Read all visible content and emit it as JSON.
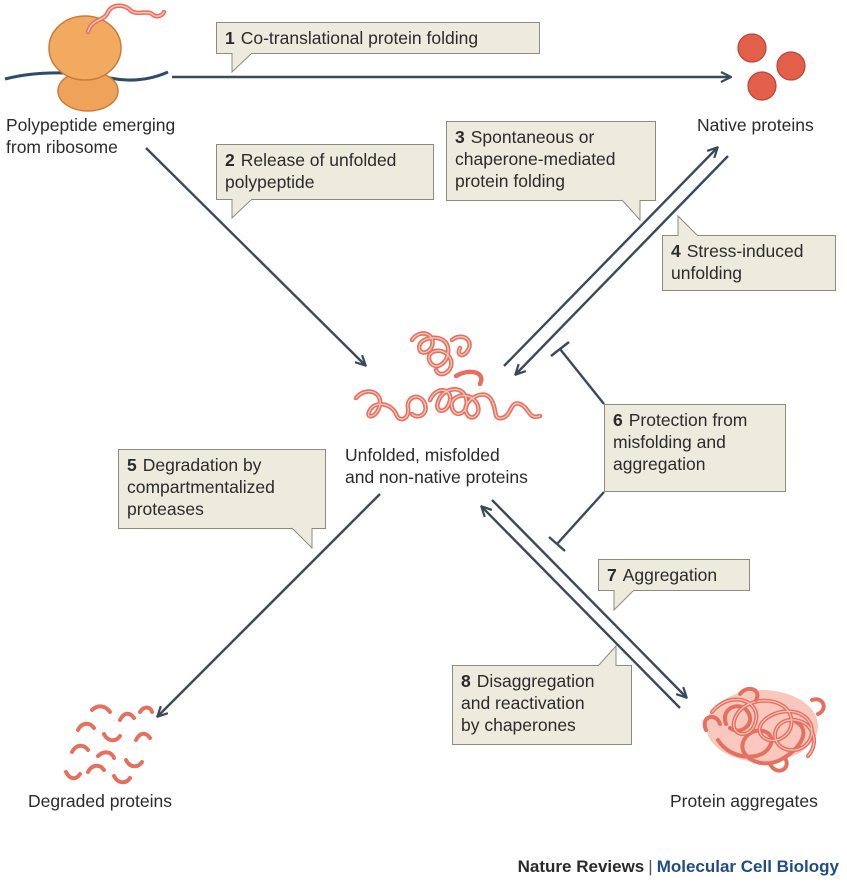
{
  "colors": {
    "arrow": "#3b4a5a",
    "protein": "#e4705f",
    "protein_light": "#f4b3a6",
    "ribosome": "#efa35a",
    "callout_bg": "#ecebde",
    "callout_border": "#8d8b7e",
    "footer_brand": "#214d84"
  },
  "nodes": {
    "ribosome_label": [
      "Polypeptide emerging",
      "from ribosome"
    ],
    "native_label": "Native proteins",
    "unfolded_label": [
      "Unfolded, misfolded",
      "and non-native proteins"
    ],
    "degraded_label": "Degraded proteins",
    "aggregates_label": "Protein aggregates"
  },
  "steps": [
    {
      "num": "1",
      "lines": [
        "Co-translational protein folding"
      ]
    },
    {
      "num": "2",
      "lines": [
        "Release of unfolded",
        "polypeptide"
      ]
    },
    {
      "num": "3",
      "lines": [
        "Spontaneous or",
        "chaperone-mediated",
        "protein folding"
      ]
    },
    {
      "num": "4",
      "lines": [
        "Stress-induced",
        "unfolding"
      ]
    },
    {
      "num": "5",
      "lines": [
        "Degradation by",
        "compartmentalized",
        "proteases"
      ]
    },
    {
      "num": "6",
      "lines": [
        "Protection from",
        "misfolding and",
        "aggregation"
      ]
    },
    {
      "num": "7",
      "lines": [
        "Aggregation"
      ]
    },
    {
      "num": "8",
      "lines": [
        "Disaggregation",
        "and reactivation",
        "by chaperones"
      ]
    }
  ],
  "footer": {
    "journal": "Nature Reviews",
    "separator": "|",
    "subtitle": "Molecular Cell Biology"
  }
}
